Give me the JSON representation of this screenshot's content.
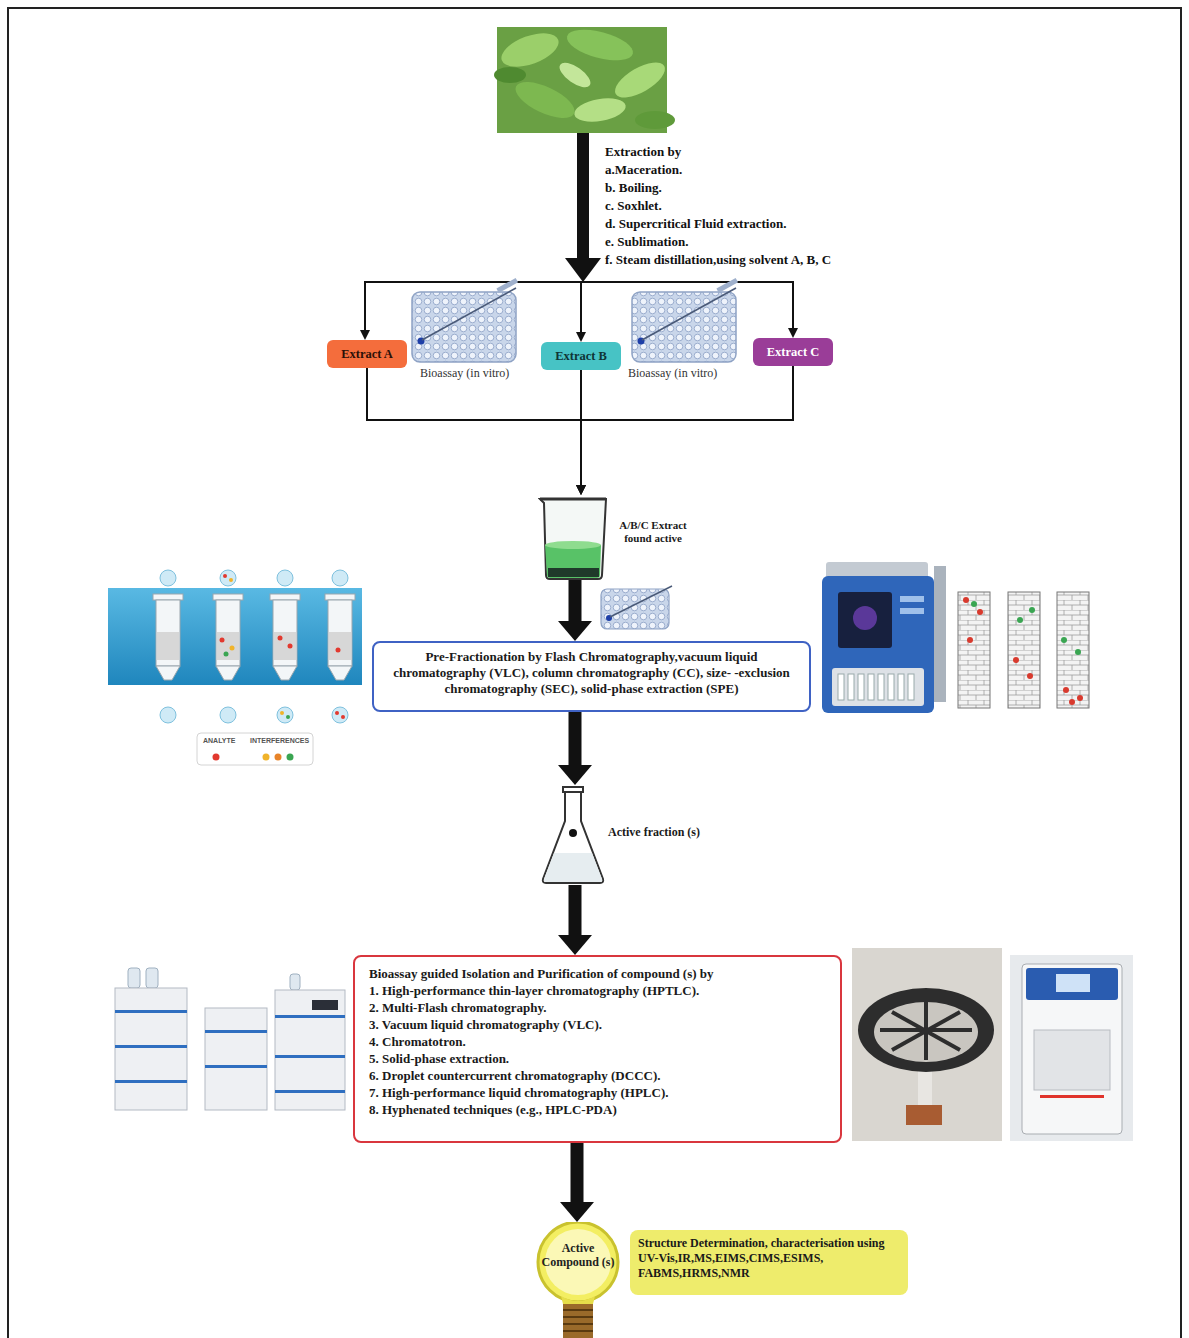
{
  "diagram": {
    "nodes": [
      {
        "text": [
          "Extract A"
        ]
      },
      {
        "text": [
          "Extract B"
        ]
      },
      {
        "text": [
          "Extract C"
        ]
      },
      {
        "text": [
          "A/B/C Extract found active"
        ]
      },
      {
        "text": [
          "Pre-Fractionation by Flash Chromatography,vacuum liquid chromatography (VLC), column chromatography (CC), size- -exclusion chromatography (SEC), solid-phase extraction (SPE)"
        ]
      },
      {
        "text": [
          "Active fraction (s)"
        ]
      },
      {
        "text": [
          "Bioassay guided Isolation and Purification of compound (s) by",
          "1. High-performance thin-layer chromatography (HPTLC).",
          "2. Multi-Flash chromatography.",
          "3. Vacuum liquid chromatography (VLC).",
          "4. Chromatotron.",
          "5. Solid-phase extraction.",
          "6. Droplet countercurrent chromatography (DCCC).",
          "7. High-performance liquid chromatography (HPLC).",
          "8. Hyphenated techniques (e.g., HPLC-PDA)"
        ]
      },
      {
        "text": [
          "Active Compound (s)"
        ]
      },
      {
        "text": [
          "Structure Determination, characterisation using UV-Vis,IR,MS,EIMS,CIMS,ESIMS, FABMS,HRMS,NMR"
        ]
      }
    ],
    "edges": [
      {
        "from": 0,
        "to": 3,
        "arrow": "to"
      },
      {
        "from": 1,
        "to": 3,
        "arrow": "to"
      },
      {
        "from": 2,
        "to": 3,
        "arrow": "to"
      },
      {
        "from": 3,
        "to": 4,
        "arrow": "to"
      },
      {
        "from": 4,
        "to": 5,
        "arrow": "to"
      },
      {
        "from": 5,
        "to": 6,
        "arrow": "to"
      },
      {
        "from": 6,
        "to": 7,
        "arrow": "to"
      }
    ],
    "labels": [
      "Extraction by",
      "a.Maceration.",
      "b. Boiling.",
      "c. Soxhlet.",
      "d. Supercritical Fluid extraction.",
      "e. Sublimation.",
      "f. Steam distillation,using solvent A, B, C",
      "Bioassay (in vitro)",
      "Bioassay (in vitro)",
      "ANALYTE",
      "INTERFERENCES"
    ]
  }
}
